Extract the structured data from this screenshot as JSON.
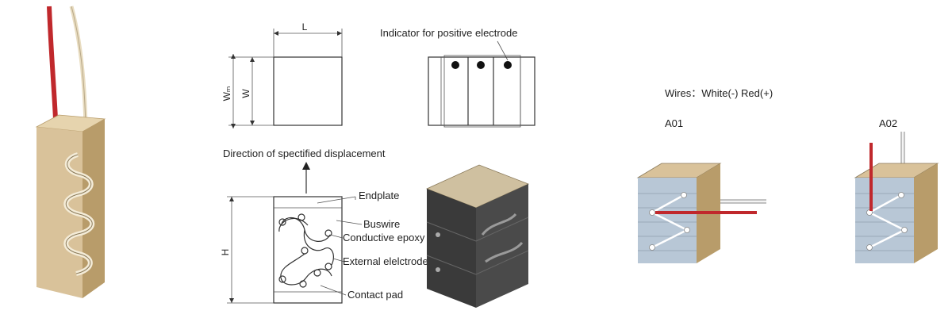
{
  "dimensions": {
    "length": "L",
    "width": "W",
    "width_max": "Wₘ",
    "height": "H"
  },
  "labels": {
    "indicator": "Indicator for positive electrode",
    "direction": "Direction of spectified displacement",
    "endplate": "Endplate",
    "buswire": "Buswire",
    "conductive_epoxy": "Conductive epoxy",
    "external_electrode": "External elelctrode",
    "contact_pad": "Contact pad"
  },
  "wires": {
    "caption": "Wires：White(-) Red(+)",
    "variant_a": "A01",
    "variant_b": "A02"
  },
  "colors": {
    "wood": "#d9c29a",
    "wood_dark": "#b89c6a",
    "red_wire": "#c0282c",
    "blue_layer": "#b8c7d6",
    "dark_stack": "#3a3a3a",
    "top_beige": "#cfc0a0"
  }
}
